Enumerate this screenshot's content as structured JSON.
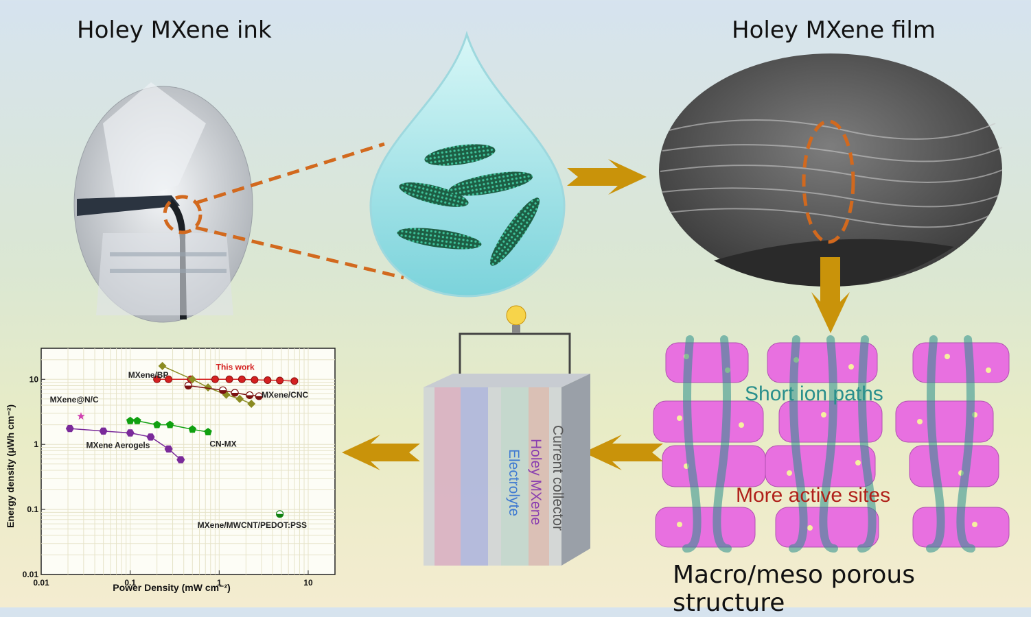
{
  "titles": {
    "ink": "Holey MXene ink",
    "film": "Holey MXene film",
    "structure": "Macro/meso porous structure"
  },
  "structure_labels": {
    "paths": "Short ion paths",
    "sites": "More active sites"
  },
  "device_labels": {
    "current_collector": "Current collector",
    "holey": "Holey MXene",
    "electrolyte": "Electrolyte"
  },
  "colors": {
    "arrow": "#c9930a",
    "dashed": "#d2691e",
    "paths_text": "#2a8f8c",
    "sites_text": "#b0201a",
    "this_work": "#d42020",
    "flake": "#e870e0"
  },
  "chart_data": {
    "type": "scatter",
    "xlabel": "Power Density (mW cm⁻²)",
    "ylabel": "Energy density (μWh cm⁻²)",
    "x_scale": "log",
    "y_scale": "log",
    "xlim": [
      0.01,
      20
    ],
    "ylim": [
      0.01,
      30
    ],
    "x_ticks": [
      "0.01",
      "0.1",
      "1",
      "10"
    ],
    "y_ticks": [
      "0.01",
      "0.1",
      "1",
      "10"
    ],
    "grid": true,
    "series": [
      {
        "name": "This work",
        "color": "#d42020",
        "marker": "circle",
        "points": [
          [
            0.2,
            10
          ],
          [
            0.27,
            10
          ],
          [
            0.48,
            10
          ],
          [
            0.9,
            10
          ],
          [
            1.3,
            10
          ],
          [
            1.8,
            10
          ],
          [
            2.5,
            9.8
          ],
          [
            3.5,
            9.7
          ],
          [
            4.8,
            9.6
          ],
          [
            7,
            9.4
          ]
        ]
      },
      {
        "name": "MXene/BP",
        "color": "#8b8b22",
        "marker": "diamond",
        "points": [
          [
            0.23,
            16
          ],
          [
            0.5,
            10
          ],
          [
            0.75,
            7.5
          ],
          [
            1.2,
            5.8
          ],
          [
            1.7,
            5
          ],
          [
            2.3,
            4.2
          ]
        ]
      },
      {
        "name": "MXene/CNC",
        "color": "#7a1010",
        "marker": "half",
        "points": [
          [
            0.45,
            8
          ],
          [
            1.1,
            6.8
          ],
          [
            1.5,
            6.2
          ],
          [
            2.2,
            5.7
          ],
          [
            2.8,
            5.5
          ]
        ]
      },
      {
        "name": "MXene@N/C",
        "color": "#d040b0",
        "marker": "star",
        "points": [
          [
            0.028,
            2.7
          ]
        ]
      },
      {
        "name": "CN-MX",
        "color": "#10a010",
        "marker": "pentagon",
        "points": [
          [
            0.1,
            2.3
          ],
          [
            0.12,
            2.3
          ],
          [
            0.2,
            2.0
          ],
          [
            0.28,
            2.0
          ],
          [
            0.5,
            1.7
          ],
          [
            0.75,
            1.55
          ]
        ]
      },
      {
        "name": "MXene Aerogels",
        "color": "#7a2a9a",
        "marker": "hexagon",
        "points": [
          [
            0.021,
            1.75
          ],
          [
            0.05,
            1.6
          ],
          [
            0.1,
            1.5
          ],
          [
            0.17,
            1.3
          ],
          [
            0.27,
            0.85
          ],
          [
            0.37,
            0.58
          ]
        ]
      },
      {
        "name": "MXene/MWCNT/PEDOT:PSS",
        "color": "#108010",
        "marker": "halfg",
        "points": [
          [
            4.8,
            0.085
          ]
        ]
      }
    ],
    "labels": [
      {
        "text": "This work",
        "series": "This work",
        "lx": 0.92,
        "ly": 14,
        "color": "#d42020"
      },
      {
        "text": "MXene/BP",
        "series": "MXene/BP",
        "lx": 0.095,
        "ly": 10.6,
        "color": "#222"
      },
      {
        "text": "MXene/CNC",
        "series": "MXene/CNC",
        "lx": 3.0,
        "ly": 5.2,
        "color": "#222"
      },
      {
        "text": "MXene@N/C",
        "series": "MXene@N/C",
        "lx": 0.0125,
        "ly": 4.4,
        "color": "#222"
      },
      {
        "text": "CN-MX",
        "series": "CN-MX",
        "lx": 0.78,
        "ly": 0.92,
        "color": "#222"
      },
      {
        "text": "MXene Aerogels",
        "series": "MXene Aerogels",
        "lx": 0.032,
        "ly": 0.88,
        "color": "#222"
      },
      {
        "text": "MXene/MWCNT/PEDOT:PSS",
        "series": "MXene/MWCNT/PEDOT:PSS",
        "lx": 0.57,
        "ly": 0.052,
        "color": "#222"
      }
    ]
  }
}
